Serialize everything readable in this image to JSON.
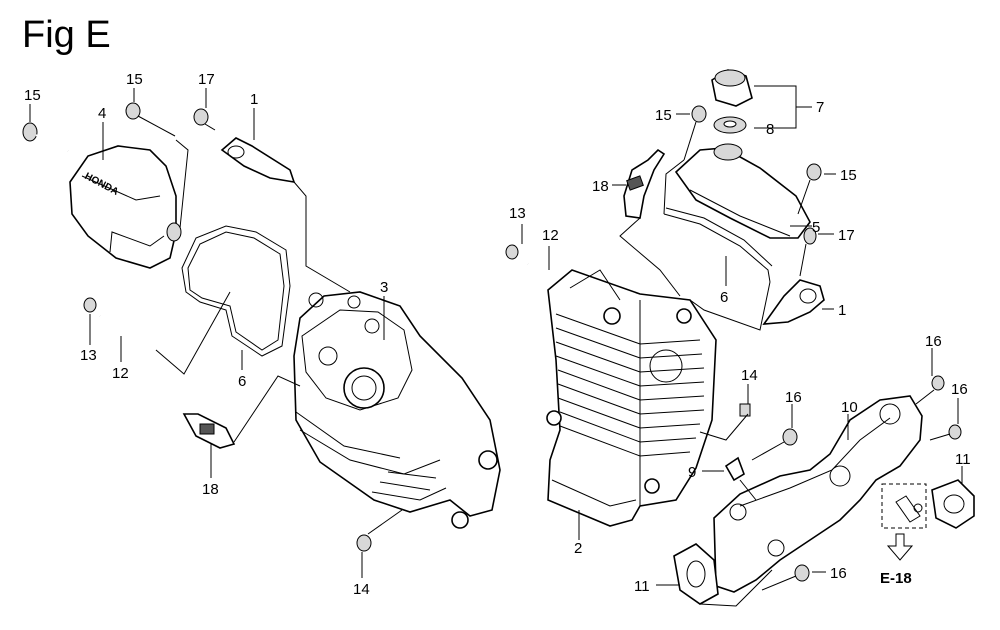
{
  "figure_title": "Fig E",
  "reference_label": "E-18",
  "callouts_left": {
    "c15a": "15",
    "c4": "4",
    "c15b": "15",
    "c17": "17",
    "c1": "1",
    "c3": "3",
    "c13": "13",
    "c12": "12",
    "c6": "6",
    "c18": "18",
    "c14": "14"
  },
  "callouts_right": {
    "c7": "7",
    "c15a": "15",
    "c8": "8",
    "c18": "18",
    "c15b": "15",
    "c13": "13",
    "c12": "12",
    "c5": "5",
    "c17": "17",
    "c6": "6",
    "c1": "1",
    "c14": "14",
    "c16a": "16",
    "c16b": "16",
    "c16c": "16",
    "c10": "10",
    "c9": "9",
    "c11a": "11",
    "c11b": "11",
    "c2": "2",
    "c16d": "16"
  },
  "brand_text": "HONDA"
}
